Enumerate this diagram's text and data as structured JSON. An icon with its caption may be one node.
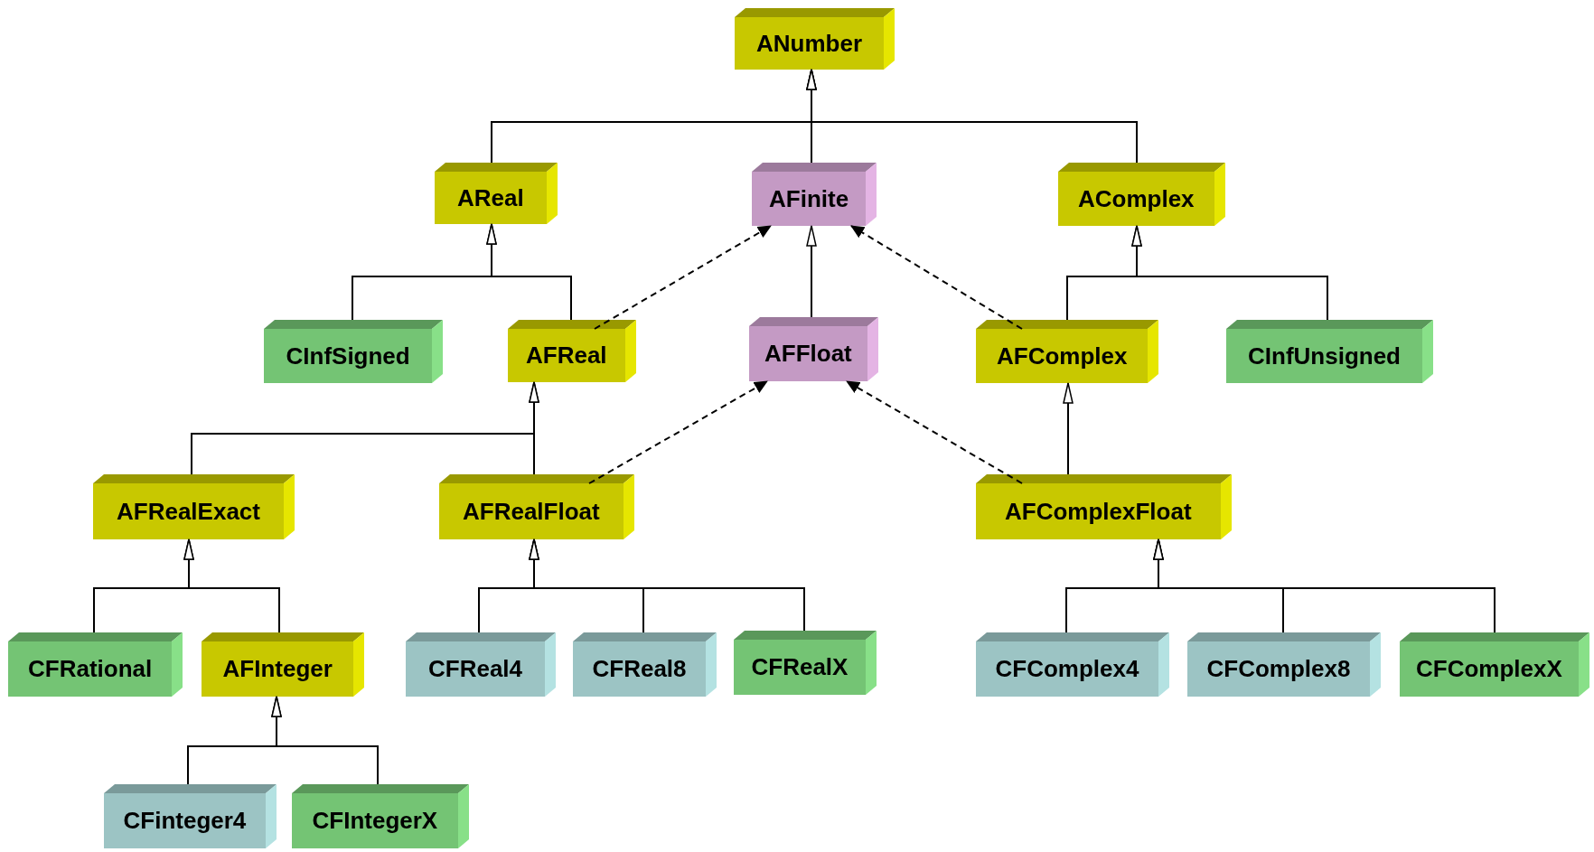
{
  "diagram": {
    "nodes": [
      {
        "text": [
          "ANumber"
        ]
      },
      {
        "text": [
          "AReal"
        ]
      },
      {
        "text": [
          "AFinite"
        ]
      },
      {
        "text": [
          "AComplex"
        ]
      },
      {
        "text": [
          "CInfSigned"
        ]
      },
      {
        "text": [
          "AFReal"
        ]
      },
      {
        "text": [
          "AFFloat"
        ]
      },
      {
        "text": [
          "AFComplex"
        ]
      },
      {
        "text": [
          "CInfUnsigned"
        ]
      },
      {
        "text": [
          "AFRealExact"
        ]
      },
      {
        "text": [
          "AFRealFloat"
        ]
      },
      {
        "text": [
          "AFComplexFloat"
        ]
      },
      {
        "text": [
          "CFRational"
        ]
      },
      {
        "text": [
          "AFInteger"
        ]
      },
      {
        "text": [
          "CFReal4"
        ]
      },
      {
        "text": [
          "CFReal8"
        ]
      },
      {
        "text": [
          "CFRealX"
        ]
      },
      {
        "text": [
          "CFComplex4"
        ]
      },
      {
        "text": [
          "CFComplex8"
        ]
      },
      {
        "text": [
          "CFComplexX"
        ]
      },
      {
        "text": [
          "CFinteger4"
        ]
      },
      {
        "text": [
          "CFIntegerX"
        ]
      }
    ],
    "edges": [
      {
        "from": 1,
        "to": 0,
        "arrow": "to"
      },
      {
        "from": 2,
        "to": 0,
        "arrow": "to"
      },
      {
        "from": 3,
        "to": 0,
        "arrow": "to"
      },
      {
        "from": 4,
        "to": 1,
        "arrow": "to"
      },
      {
        "from": 5,
        "to": 1,
        "arrow": "to"
      },
      {
        "from": 6,
        "to": 2,
        "arrow": "to"
      },
      {
        "from": 7,
        "to": 3,
        "arrow": "to"
      },
      {
        "from": 8,
        "to": 3,
        "arrow": "to"
      },
      {
        "from": 5,
        "to": 2,
        "arrow": "to",
        "style": "dashed"
      },
      {
        "from": 7,
        "to": 2,
        "arrow": "to",
        "style": "dashed"
      },
      {
        "from": 9,
        "to": 5,
        "arrow": "to"
      },
      {
        "from": 10,
        "to": 5,
        "arrow": "to"
      },
      {
        "from": 11,
        "to": 7,
        "arrow": "to"
      },
      {
        "from": 10,
        "to": 6,
        "arrow": "to",
        "style": "dashed"
      },
      {
        "from": 11,
        "to": 6,
        "arrow": "to",
        "style": "dashed"
      },
      {
        "from": 12,
        "to": 9,
        "arrow": "to"
      },
      {
        "from": 13,
        "to": 9,
        "arrow": "to"
      },
      {
        "from": 14,
        "to": 10,
        "arrow": "to"
      },
      {
        "from": 15,
        "to": 10,
        "arrow": "to"
      },
      {
        "from": 16,
        "to": 10,
        "arrow": "to"
      },
      {
        "from": 17,
        "to": 11,
        "arrow": "to"
      },
      {
        "from": 18,
        "to": 11,
        "arrow": "to"
      },
      {
        "from": 19,
        "to": 11,
        "arrow": "to"
      },
      {
        "from": 20,
        "to": 13,
        "arrow": "to"
      },
      {
        "from": 21,
        "to": 13,
        "arrow": "to"
      }
    ]
  }
}
